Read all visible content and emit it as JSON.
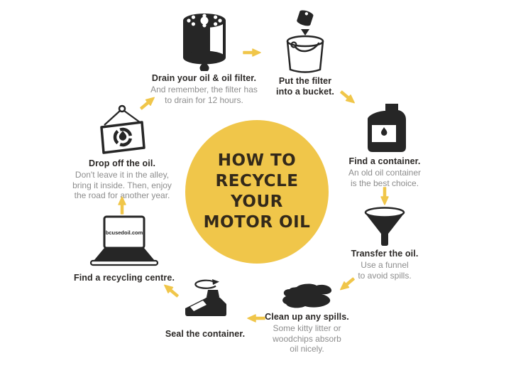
{
  "center": {
    "title": "HOW TO\nRECYCLE\nYOUR\nMOTOR OIL"
  },
  "colors": {
    "accent_yellow": "#f0c64a",
    "ink": "#262626",
    "text_dark": "#2b2826",
    "text_gray": "#8d8d8d",
    "title_ink": "#33291a"
  },
  "laptop": {
    "screen_text": "bcusedoil.com"
  },
  "steps": [
    {
      "id": "drain",
      "icon": "oil-filter-icon",
      "title": "Drain your oil & oil filter.",
      "desc": "And remember, the filter has\nto drain for 12 hours."
    },
    {
      "id": "bucket",
      "icon": "bucket-icon",
      "title": "Put the filter\ninto a bucket.",
      "desc": ""
    },
    {
      "id": "container",
      "icon": "oil-container-icon",
      "title": "Find a container.",
      "desc": "An old oil container\nis the best choice."
    },
    {
      "id": "transfer",
      "icon": "funnel-icon",
      "title": "Transfer the oil.",
      "desc": "Use a funnel\nto avoid spills."
    },
    {
      "id": "spills",
      "icon": "spill-icon",
      "title": "Clean up any spills.",
      "desc": "Some kitty litter or\nwoodchips absorb\noil nicely."
    },
    {
      "id": "seal",
      "icon": "sealed-jug-icon",
      "title": "Seal the container.",
      "desc": ""
    },
    {
      "id": "centre",
      "icon": "laptop-icon",
      "title": "Find a recycling centre.",
      "desc": ""
    },
    {
      "id": "dropoff",
      "icon": "dropoff-sign-icon",
      "title": "Drop off the oil.",
      "desc": "Don't leave it in the alley,\nbring it inside. Then, enjoy\nthe road for another year."
    }
  ]
}
